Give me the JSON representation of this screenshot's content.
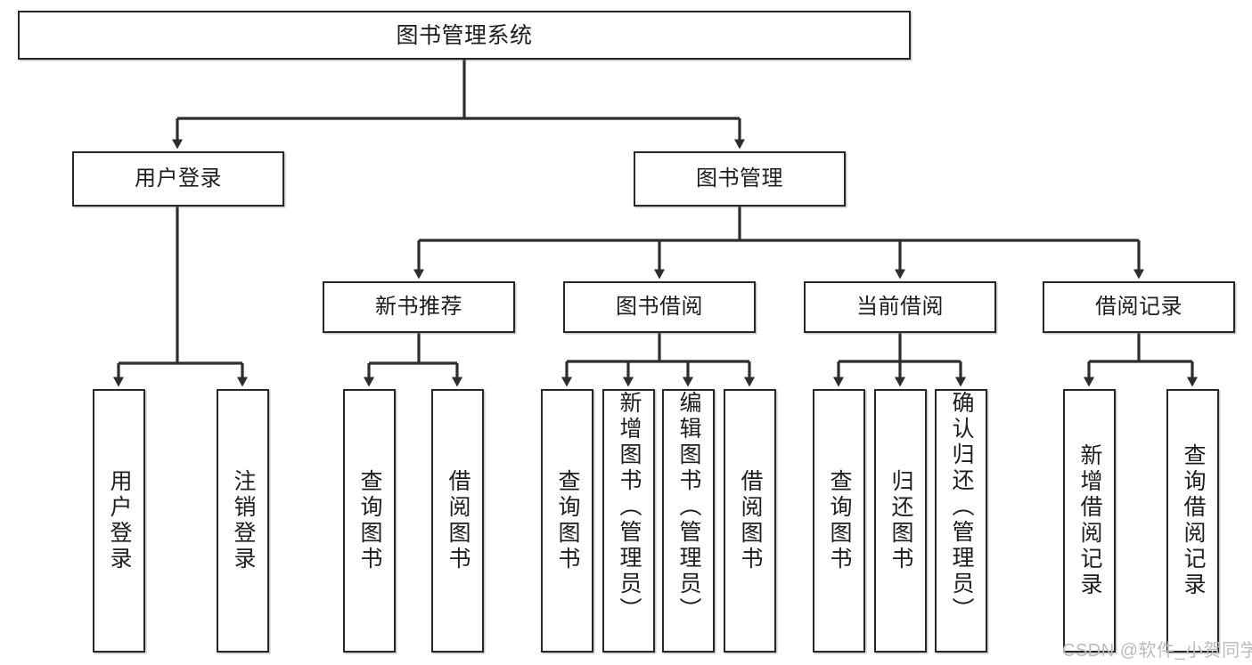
{
  "diagram": {
    "title": "图书管理系统",
    "type": "功能结构图",
    "nodes": {
      "root": {
        "label": "图书管理系统"
      },
      "level2": [
        {
          "id": "user-login",
          "label": "用户登录"
        },
        {
          "id": "book-manage",
          "label": "图书管理"
        }
      ],
      "level3": [
        {
          "id": "new-book-recommend",
          "label": "新书推荐"
        },
        {
          "id": "book-borrow",
          "label": "图书借阅"
        },
        {
          "id": "current-borrow",
          "label": "当前借阅"
        },
        {
          "id": "borrow-record",
          "label": "借阅记录"
        }
      ],
      "leaves": [
        {
          "id": "leaf-user-login",
          "label": "用户登录",
          "parent": "user-login",
          "align": "center"
        },
        {
          "id": "leaf-logout-login",
          "label": "注销登录",
          "parent": "user-login",
          "align": "center"
        },
        {
          "id": "leaf-query-book-1",
          "label": "查询图书",
          "parent": "new-book-recommend",
          "align": "center"
        },
        {
          "id": "leaf-borrow-book-1",
          "label": "借阅图书",
          "parent": "new-book-recommend",
          "align": "center"
        },
        {
          "id": "leaf-query-book-2",
          "label": "查询图书",
          "parent": "book-borrow",
          "align": "center"
        },
        {
          "id": "leaf-add-book",
          "label": "新增图书（管理员）",
          "parent": "book-borrow",
          "align": "top"
        },
        {
          "id": "leaf-edit-book",
          "label": "编辑图书（管理员）",
          "parent": "book-borrow",
          "align": "top"
        },
        {
          "id": "leaf-borrow-book-2",
          "label": "借阅图书",
          "parent": "book-borrow",
          "align": "center"
        },
        {
          "id": "leaf-query-book-3",
          "label": "查询图书",
          "parent": "current-borrow",
          "align": "center"
        },
        {
          "id": "leaf-return-book",
          "label": "归还图书",
          "parent": "current-borrow",
          "align": "center"
        },
        {
          "id": "leaf-confirm-return",
          "label": "确认归还（管理员）",
          "parent": "current-borrow",
          "align": "top"
        },
        {
          "id": "leaf-add-record",
          "label": "新增借阅记录",
          "parent": "borrow-record",
          "align": "center"
        },
        {
          "id": "leaf-query-record",
          "label": "查询借阅记录",
          "parent": "borrow-record",
          "align": "center"
        }
      ]
    },
    "style": {
      "box_border_color": "#25282b",
      "box_fill_color": "#ffffff",
      "connector_color": "#2b2e31",
      "text_color": "#1b1d1f",
      "background_color": "#ffffff",
      "watermark_color": "#b9bbbd"
    }
  },
  "watermark": {
    "text": "CSDN @软件_小贺同学"
  }
}
